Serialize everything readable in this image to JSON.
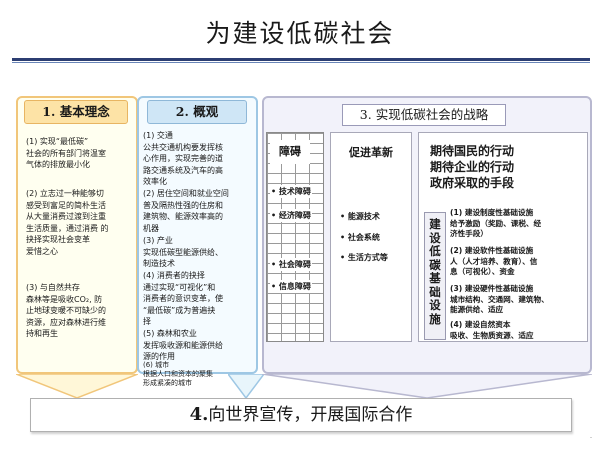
{
  "title": "为建设低碳社会",
  "panel1": {
    "heading": "1. 基本理念",
    "items": [
      [
        "(1) 实现“最低碳”",
        "  社会的所有部门将温室",
        "  气体的排放最小化"
      ],
      [
        "(2) 立志过一种能够切",
        "  感受到富足的简朴生活",
        "  从大量消费过渡到注重",
        "  生活质量，通过消费 的",
        "  抉择实现社会变革",
        "  爱惜之心"
      ],
      [
        "(3) 与自然共存",
        "  森林等是吸收CO₂, 防",
        "  止地球变暖不可缺少的",
        "  资源，应对森林进行维",
        "  持和再生"
      ]
    ]
  },
  "panel2": {
    "heading": "2. 概观",
    "items": [
      [
        "(1) 交通",
        "  公共交通机构要发挥核",
        "  心作用，实现完善的道",
        "  路交通系统及汽车的高",
        "  效率化"
      ],
      [
        "(2) 居住空间和就业空间",
        "  普及隔热性强的住房和",
        "  建筑物、能源效率高的",
        "  机器"
      ],
      [
        "(3) 产业",
        "  实现低碳型能源供给、",
        "  制造技术"
      ],
      [
        "(4) 消费者的抉择",
        "  通过实现“可视化”和",
        "  消费者的意识变革，使",
        "  “最低碳”成为普遍抉",
        "  择"
      ],
      [
        "(5) 森林和农业",
        "  发挥吸收源和能源供给",
        "  源的作用"
      ],
      [
        "(6) 城市",
        "  根据人口和资本的聚集",
        "  形成紧凑的城市"
      ]
    ]
  },
  "panel3": {
    "heading": "3. 实现低碳社会的战略",
    "wall": {
      "title": "障碍",
      "items": [
        "• 技术障碍",
        "• 经济障碍",
        "• 社会障碍",
        "• 信息障碍"
      ]
    },
    "innovation": {
      "title": "促进革新",
      "items": [
        "• 能源技术",
        "• 社会系统",
        "• 生活方式等"
      ]
    },
    "expect_lines": [
      "期待国民的行动",
      "期待企业的行动",
      "政府采取的手段"
    ],
    "vertical_label": "建设低碳基础设施",
    "strategies": [
      [
        "(1) 建设制度性基础设施",
        "  给予激励（奖励、课税、经",
        "  济性手段）"
      ],
      [
        "(2) 建设软件性基础设施",
        "  人（人才培养、教育）、信",
        "  息（可视化）、资金"
      ],
      [
        "(3) 建设硬件性基础设施",
        "  城市结构、交通网、建筑物、",
        "  能源供给、适应"
      ],
      [
        "(4) 建设自然资本",
        "  吸收、生物质资源、适应"
      ]
    ]
  },
  "bottom": {
    "number": "4.",
    "text": "向世界宣传，开展国际合作"
  },
  "page_mark": "-",
  "colors": {
    "title_rule": "#2c3e72",
    "panel1_border": "#f1c67a",
    "panel1_fill": "#fffff0",
    "panel2_border": "#9ec7e4",
    "panel2_fill": "#f4fbff",
    "panel3_fill": "#f2f2fa"
  }
}
